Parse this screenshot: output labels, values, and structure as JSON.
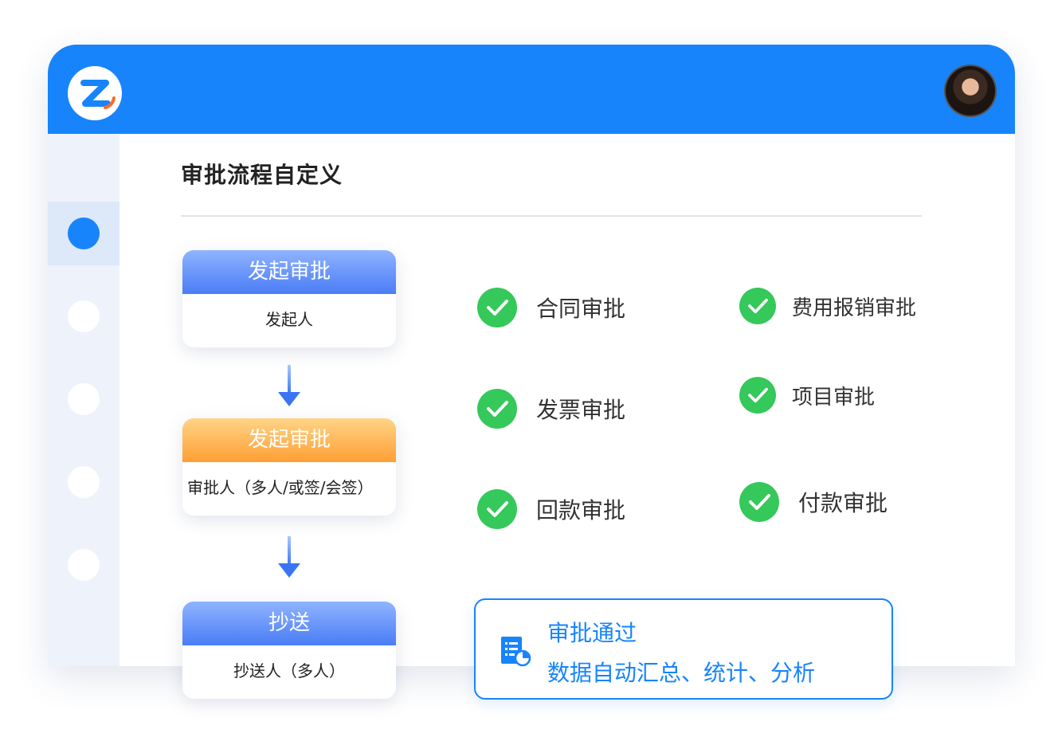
{
  "colors": {
    "brand": "#1784fc",
    "check": "#35c85a",
    "orange": "#ff9f33",
    "sidebar": "#eef3fb"
  },
  "header": {
    "logo_icon": "z-logo-icon",
    "avatar_icon": "user-avatar"
  },
  "sidebar": {
    "items": [
      {
        "active": true
      },
      {
        "active": false
      },
      {
        "active": false
      },
      {
        "active": false
      },
      {
        "active": false
      }
    ]
  },
  "main": {
    "title": "审批流程自定义"
  },
  "flow": [
    {
      "header": "发起审批",
      "body": "发起人",
      "color": "blue"
    },
    {
      "header": "发起审批",
      "body": "审批人（多人/或签/会签）",
      "color": "orange"
    },
    {
      "header": "抄送",
      "body": "抄送人（多人）",
      "color": "blue"
    }
  ],
  "approval_types": {
    "left": [
      "合同审批",
      "发票审批",
      "回款审批"
    ],
    "right": [
      "费用报销审批",
      "项目审批",
      "付款审批"
    ]
  },
  "result": {
    "icon": "report-chart-icon",
    "title": "审批通过",
    "description": "数据自动汇总、统计、分析"
  }
}
